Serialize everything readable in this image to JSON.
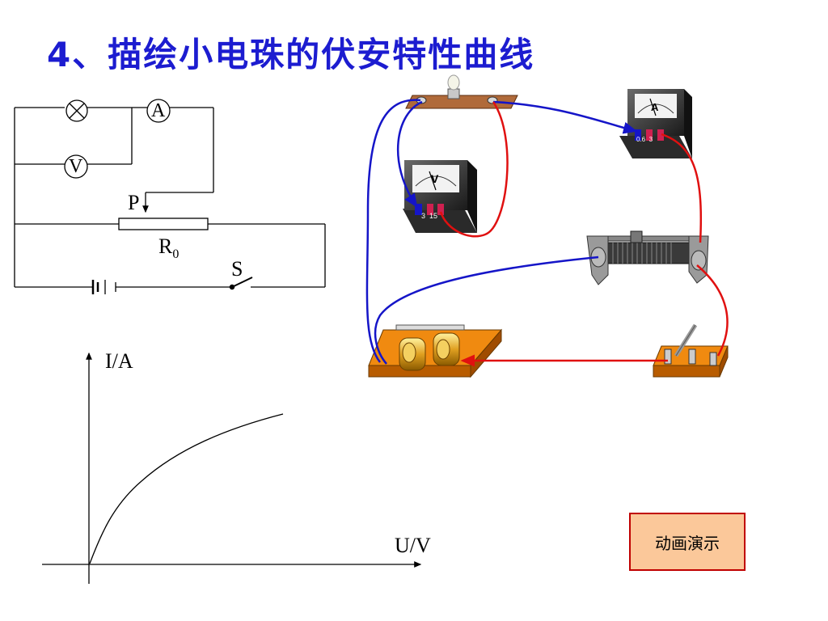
{
  "slide": {
    "title": "4、描绘小电珠的伏安特性曲线"
  },
  "circuit": {
    "lamp_symbol": "⊗",
    "ammeter_letter": "A",
    "voltmeter_letter": "V",
    "slider_label": "P",
    "rheostat_label": "R",
    "rheostat_subscript": "0",
    "switch_label": "S"
  },
  "graph": {
    "y_axis_label": "I/A",
    "x_axis_label": "U/V"
  },
  "apparatus": {
    "voltmeter_terminals": "3  15",
    "ammeter_terminals": "0.6  3",
    "ammeter_face_letter": "A",
    "voltmeter_face_letter": "V"
  },
  "demo_button": {
    "label": "动画演示"
  },
  "colors": {
    "title": "#1c1cd0",
    "wire_blue": "#1515c8",
    "wire_red": "#e01010",
    "board_orange": "#f08a10",
    "button_fill": "#fbc89a",
    "button_border": "#c00000"
  }
}
